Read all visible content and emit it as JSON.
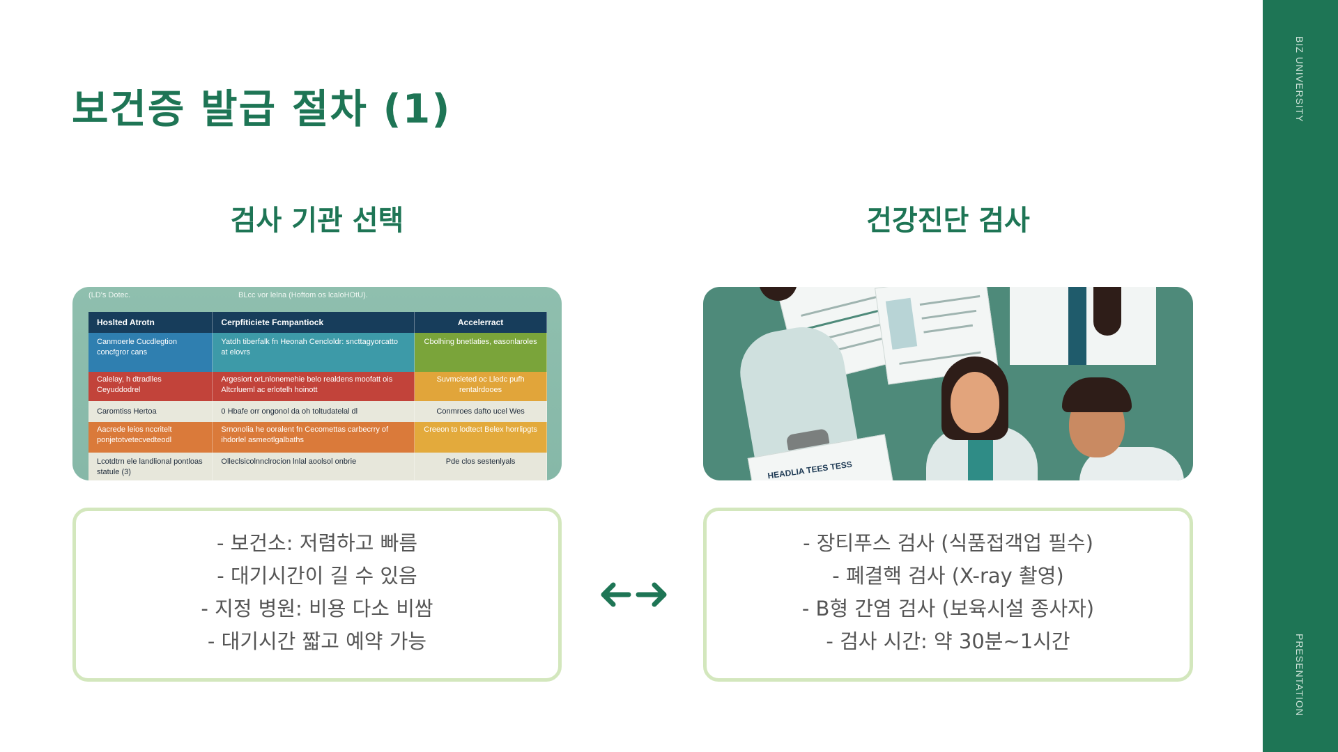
{
  "slide": {
    "title": "보건증 발급 절차 (1)",
    "colors": {
      "accent": "#1e7555",
      "box_border": "#d3e7bd",
      "body_text": "#555555",
      "sidebar_text": "#cfe3d9"
    }
  },
  "sidebar": {
    "top_label": "BIZ UNIVERSITY",
    "bottom_label": "PRESENTATION"
  },
  "left": {
    "heading": "검사 기관 선택",
    "image": {
      "alt": "AI-generated comparison table infographic of health certificate institutions",
      "caption_left": "(LD's Dotec.",
      "caption_right": "BLcc vor lelna (Hoftom os lcaloHOtU).",
      "headers": [
        "Hoslted Atrotn",
        "Cerpfiticiete Fcmpantiock",
        "Accelerract"
      ],
      "rows": [
        [
          "Canmoerle Cucdlegtion concfgror cans",
          "Yatdh tiberfalk fn Heonah Cencloldr: sncttagyorcatto at elovrs",
          "Cbolhing bnetlaties, easonlaroles"
        ],
        [
          "Calelay, h dtradlles Ceyuddodrel",
          "Argesiort orLnlonemehie belo realdens moofatt ois Altcrlueml ac erlotelh hoinott",
          "Suvmcleted oc Lledc pufh rentalrdooes"
        ],
        [
          "Caromtiss Hertoa",
          "0 Hbafe orr ongonol da oh toltudatelal dl",
          "Conmroes dafto ucel Wes"
        ],
        [
          "Aacrede leios nccritelt ponjetotvetecvedteodl",
          "Srnonolia he ooralent fn Cecomettas carbecrry of ihdorlel asmeotlgalbaths",
          "Creeon to lodtect Belex horrlipgts"
        ],
        [
          "Lcotdtrn ele landlional pontloas statule (3)",
          "Olleclsicolnnclrocion lnlal aoolsol onbrie",
          "Pde clos sestenlyals"
        ]
      ]
    },
    "bullets": [
      "- 보건소: 저렴하고 빠름",
      "- 대기시간이 길 수 있음",
      "- 지정 병원: 비용 다소 비쌈",
      "- 대기시간 짧고 예약 가능"
    ]
  },
  "right": {
    "heading": "건강진단 검사",
    "image": {
      "alt": "Illustration of medical staff reviewing health test documents",
      "clipboard_label": "HEADLIA TEES TESS"
    },
    "bullets": [
      "- 장티푸스 검사 (식품접객업 필수)",
      "- 폐결핵 검사 (X-ray 촬영)",
      "- B형 간염 검사 (보육시설 종사자)",
      "- 검사 시간: 약 30분~1시간"
    ]
  },
  "connector": {
    "icon": "double-arrow-icon"
  }
}
